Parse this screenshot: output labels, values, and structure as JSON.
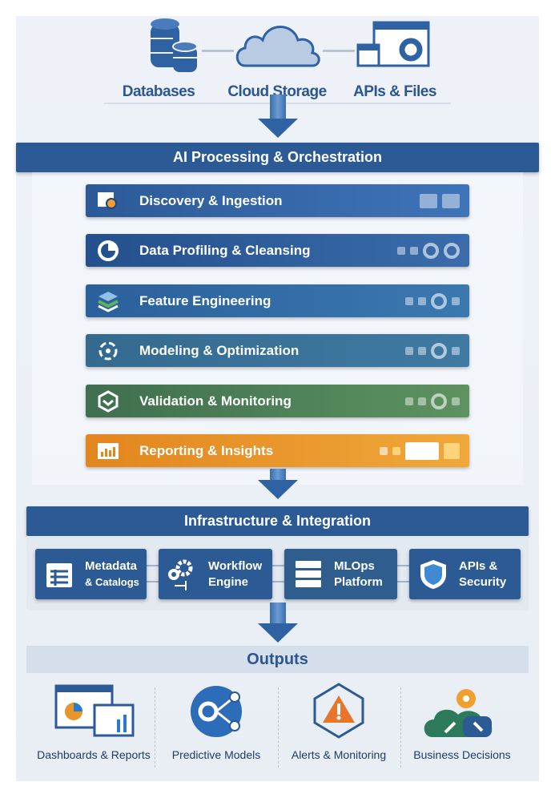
{
  "sources": [
    {
      "label": "Databases",
      "icon": "database-icon"
    },
    {
      "label": "Cloud Storage",
      "icon": "cloud-icon"
    },
    {
      "label": "APIs & Files",
      "icon": "api-window-icon"
    }
  ],
  "processing": {
    "title": "AI Processing & Orchestration",
    "steps": [
      {
        "label": "Discovery & Ingestion",
        "color": "#2f62a3"
      },
      {
        "label": "Data Profiling & Cleansing",
        "color": "#2a5a96"
      },
      {
        "label": "Feature Engineering",
        "color": "#2d679f"
      },
      {
        "label": "Modeling & Optimization",
        "color": "#3a7096"
      },
      {
        "label": "Validation & Monitoring",
        "color": "#4a7f5a"
      },
      {
        "label": "Reporting & Insights",
        "color": "#e8952a"
      }
    ]
  },
  "infrastructure": {
    "title": "Infrastructure & Integration",
    "items": [
      {
        "line1": "Metadata",
        "line2": "& Catalogs"
      },
      {
        "line1": "Workflow",
        "line2": "Engine"
      },
      {
        "line1": "MLOps",
        "line2": "Platform"
      },
      {
        "line1": "APIs &",
        "line2": "Security"
      }
    ]
  },
  "outputs": {
    "title": "Outputs",
    "items": [
      {
        "label": "Dashboards & Reports"
      },
      {
        "label": "Predictive Models"
      },
      {
        "label": "Alerts & Monitoring"
      },
      {
        "label": "Business Decisions"
      }
    ]
  }
}
